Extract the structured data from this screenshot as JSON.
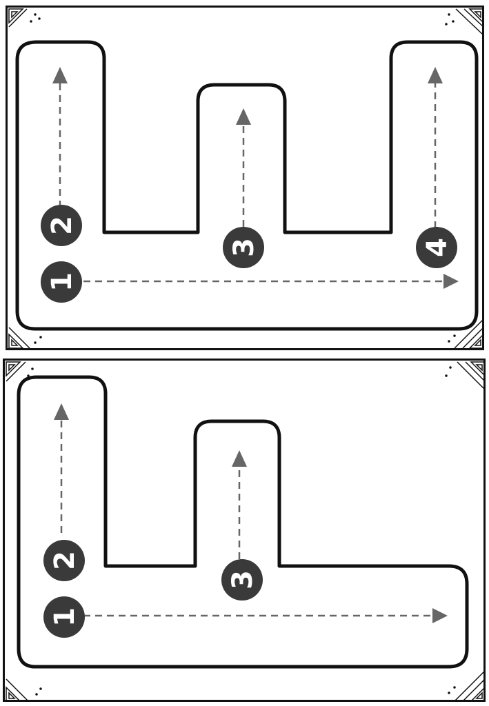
{
  "cards": [
    {
      "steps": [
        "1",
        "2",
        "3",
        "4"
      ],
      "colors": {
        "outline": "#111111",
        "badge": "#3a3a3a",
        "arrow": "#666666"
      }
    },
    {
      "steps": [
        "1",
        "2",
        "3"
      ],
      "colors": {
        "outline": "#111111",
        "badge": "#3a3a3a",
        "arrow": "#666666"
      }
    }
  ]
}
